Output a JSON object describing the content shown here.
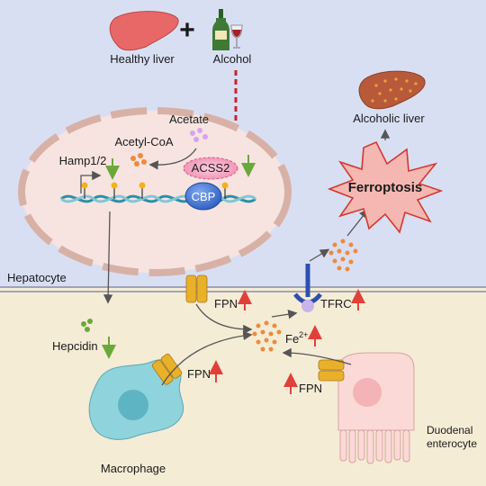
{
  "labels": {
    "healthy_liver": "Healthy liver",
    "plus": "+",
    "alcohol": "Alcohol",
    "alcoholic_liver": "Alcoholic liver",
    "ferroptosis": "Ferroptosis",
    "acetate": "Acetate",
    "acetyl_coa": "Acetyl-CoA",
    "hamp": "Hamp1/2",
    "acss2": "ACSS2",
    "cbp": "CBP",
    "hepatocyte": "Hepatocyte",
    "fpn_top": "FPN",
    "tfrc": "TFRC",
    "fe": "Fe",
    "fe_sup": "2+",
    "hepcidin": "Hepcidin",
    "fpn_macrophage": "FPN",
    "fpn_enterocyte": "FPN",
    "macrophage": "Macrophage",
    "duodenal_line1": "Duodenal",
    "duodenal_line2": "enterocyte"
  },
  "colors": {
    "top_background": "#d9dff3",
    "bottom_background": "#f5ecd6",
    "nucleus_fill": "#f7e4e0",
    "nucleus_border": "#d8b1a6",
    "liver_healthy": "#e86868",
    "liver_diseased": "#b85a3a",
    "iron_dot": "#ef8a3c",
    "up_arrow": "#e0403a",
    "down_arrow": "#6aa83a",
    "channel": "#e9b02a",
    "acss2": "#f4a9c3",
    "cbp": "#3a6fd0",
    "macrophage": "#8fd3dc",
    "enterocyte": "#fbd9d7"
  }
}
